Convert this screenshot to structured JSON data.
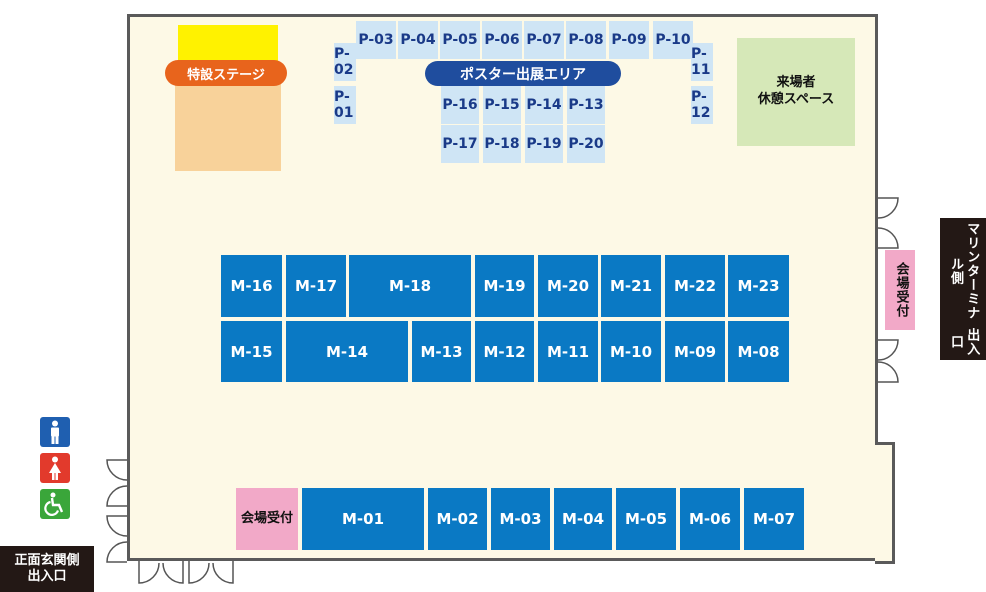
{
  "stage": {
    "label": "特設ステージ"
  },
  "poster_area": {
    "label": "ポスター出展エリア"
  },
  "rest_space": {
    "line1": "来場者",
    "line2": "休憩スペース"
  },
  "right_reception": {
    "label": "会場受付"
  },
  "bottom_reception": {
    "label": "会場受付"
  },
  "marine_terminal": {
    "line1": "マリンターミナル側",
    "line2": "出入口"
  },
  "main_entrance": {
    "line1": "正面玄関側",
    "line2": "出入口"
  },
  "icons": [
    "male-restroom-icon",
    "female-restroom-icon",
    "accessible-restroom-icon"
  ],
  "colors": {
    "main_booth": "#0a79c4",
    "poster_booth": "#cfe5f5",
    "stage": "#e8641c",
    "reception": "#f2a9c8",
    "rest": "#d6e8b8"
  },
  "poster_booths": {
    "p01": "P-01",
    "p02": "P-02",
    "p03": "P-03",
    "p04": "P-04",
    "p05": "P-05",
    "p06": "P-06",
    "p07": "P-07",
    "p08": "P-08",
    "p09": "P-09",
    "p10": "P-10",
    "p11": "P-11",
    "p12": "P-12",
    "p13": "P-13",
    "p14": "P-14",
    "p15": "P-15",
    "p16": "P-16",
    "p17": "P-17",
    "p18": "P-18",
    "p19": "P-19",
    "p20": "P-20"
  },
  "main_booths": {
    "m01": "M-01",
    "m02": "M-02",
    "m03": "M-03",
    "m04": "M-04",
    "m05": "M-05",
    "m06": "M-06",
    "m07": "M-07",
    "m08": "M-08",
    "m09": "M-09",
    "m10": "M-10",
    "m11": "M-11",
    "m12": "M-12",
    "m13": "M-13",
    "m14": "M-14",
    "m15": "M-15",
    "m16": "M-16",
    "m17": "M-17",
    "m18": "M-18",
    "m19": "M-19",
    "m20": "M-20",
    "m21": "M-21",
    "m22": "M-22",
    "m23": "M-23"
  }
}
